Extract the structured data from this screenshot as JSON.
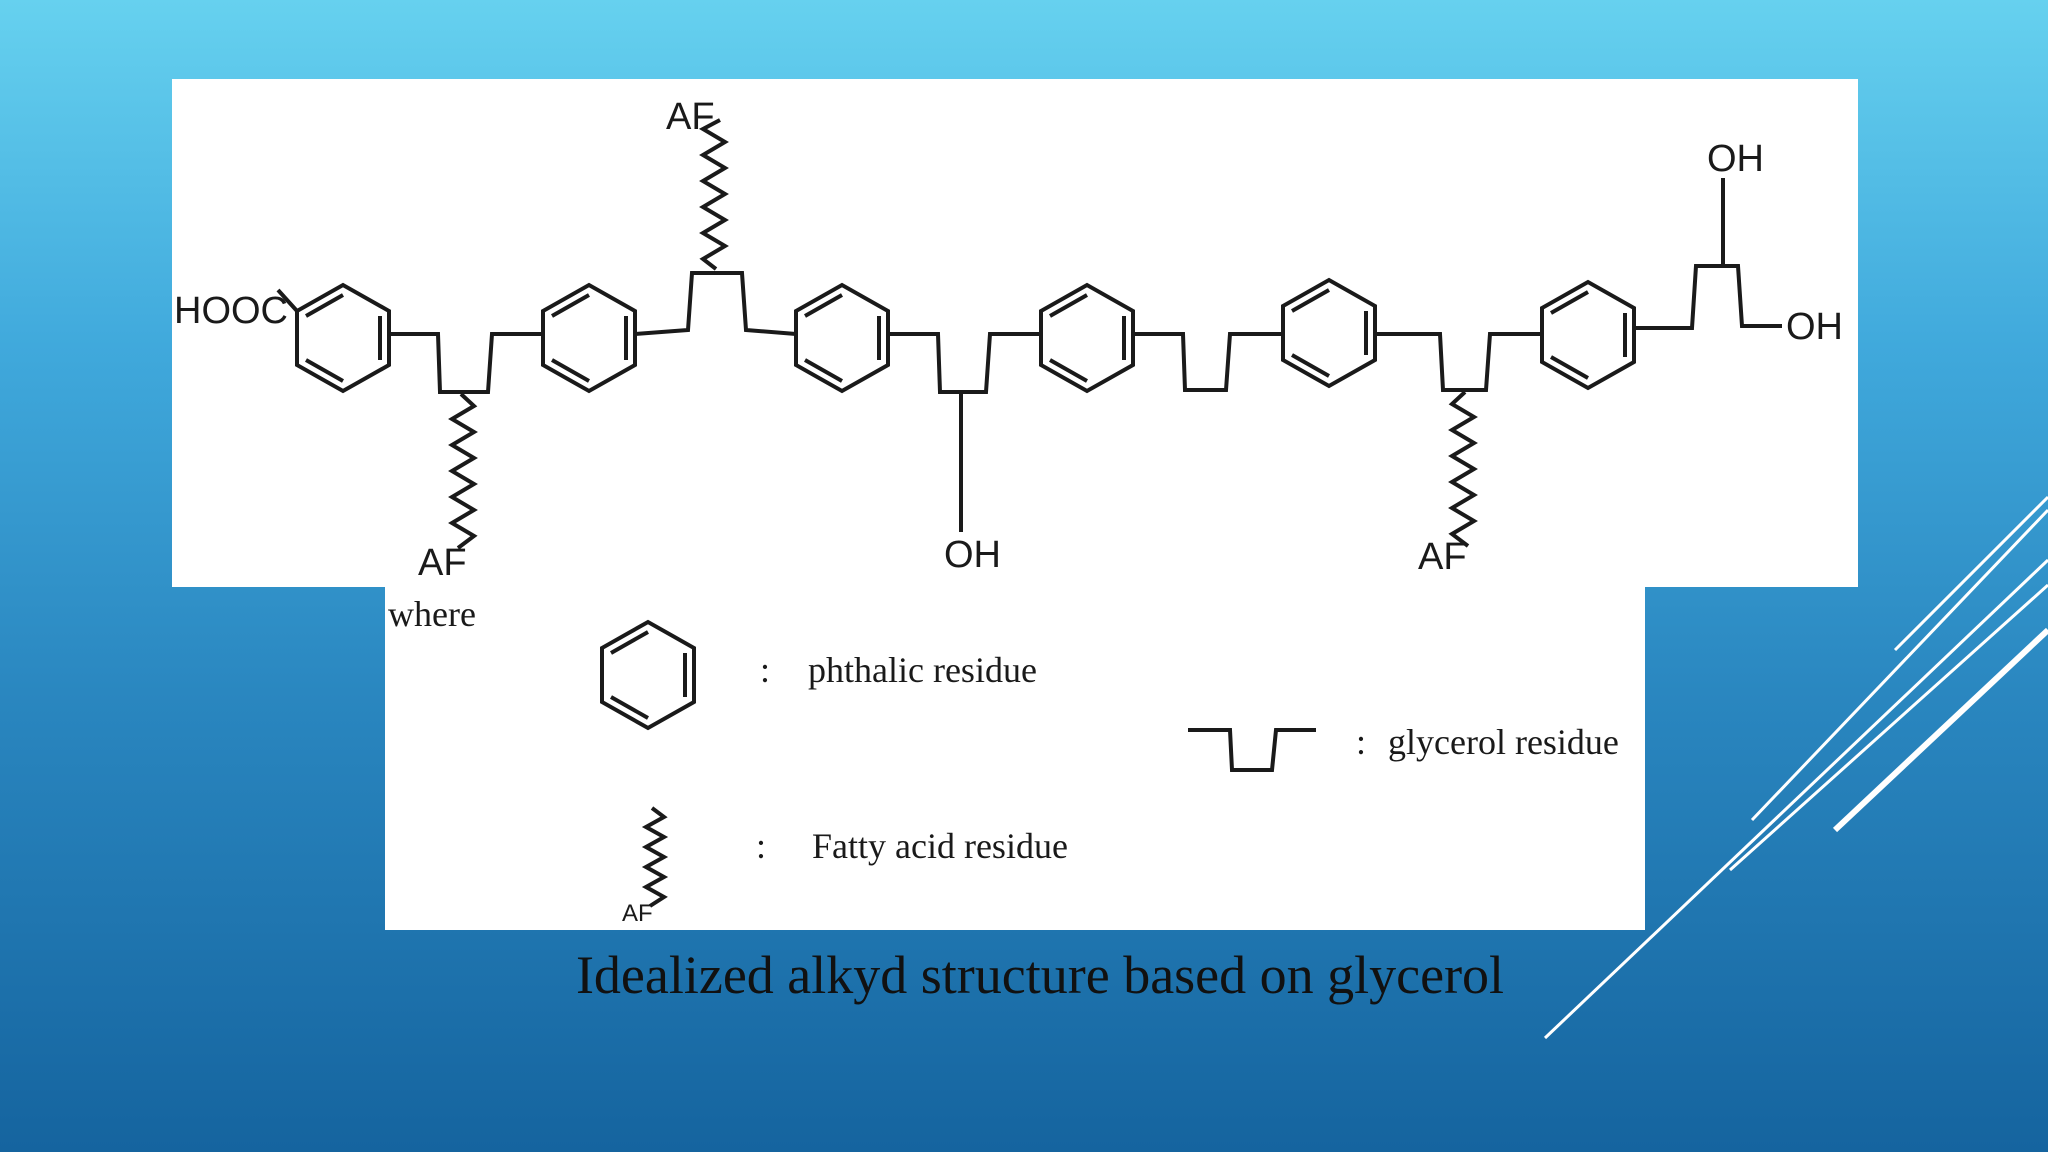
{
  "labels": {
    "hooc": "HOOC",
    "af_top": "AF",
    "af_left": "AF",
    "af_right": "AF",
    "oh_mid": "OH",
    "oh_right_top": "OH",
    "oh_right_side": "OH"
  },
  "legend": {
    "where": "where",
    "colon": ":",
    "phthalic": "phthalic residue",
    "glycerol": "glycerol residue",
    "fatty": "Fatty acid residue",
    "af_small": "AF"
  },
  "caption": "Idealized alkyd structure based on glycerol",
  "colors": {
    "bg_top": "#66d1ef",
    "bg_bottom": "#15649f",
    "panel": "#ffffff",
    "ink": "#1a1a1a",
    "deco": "#ffffff"
  }
}
